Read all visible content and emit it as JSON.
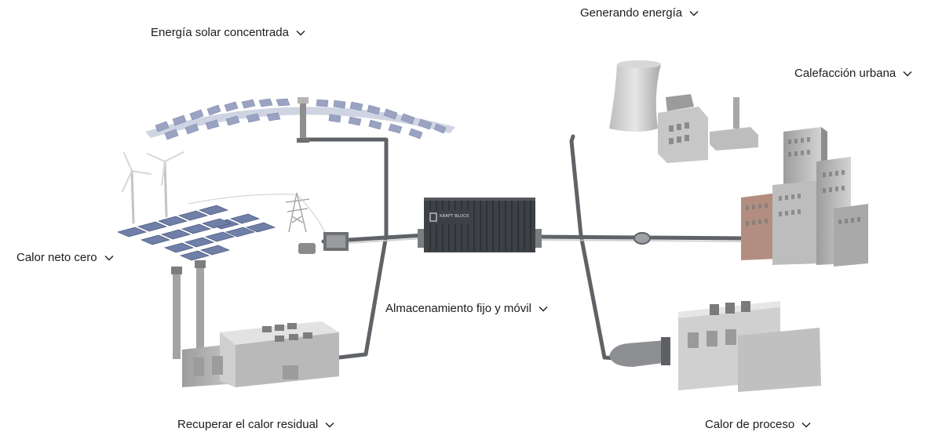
{
  "labels": {
    "solar": "Energía solar concentrada",
    "generating": "Generando energía",
    "district": "Calefacción urbana",
    "net_zero": "Calor neto cero",
    "storage": "Almacenamiento fijo y móvil",
    "waste_heat": "Recuperar el calor residual",
    "process_heat": "Calor de proceso"
  },
  "container": {
    "brand": "KRAFT BLOCK"
  },
  "icons": {
    "dropdown": "chevron-down-icon"
  },
  "colors": {
    "pipe": "#5f6266",
    "container": "#3d4045",
    "building": "#bcbcbc",
    "solar_panel": "#6f7fa8",
    "mirror": "#9aa3c2"
  }
}
